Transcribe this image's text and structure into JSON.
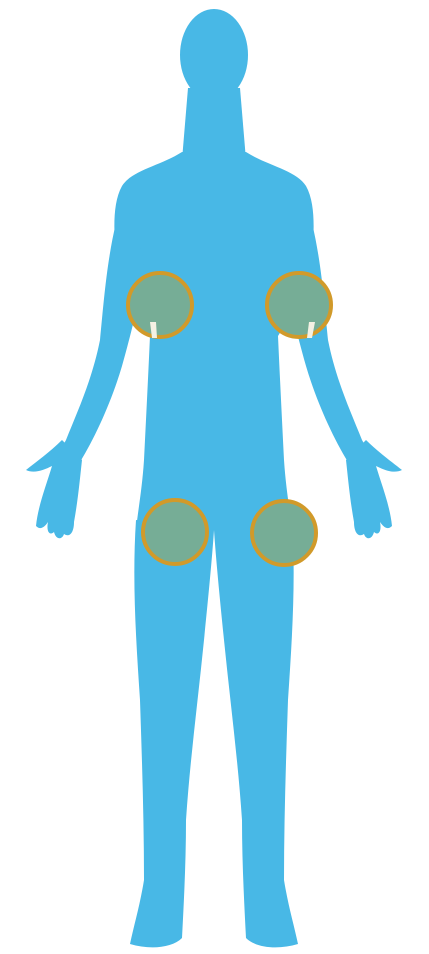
{
  "figure": {
    "subject": "human-body-front-silhouette",
    "colors": {
      "body": "#48b8e6",
      "marker_fill": "#76ad96",
      "marker_ring": "#d19a2a",
      "background": "#ffffff"
    },
    "markers": [
      {
        "name": "upper-arm-left-marker"
      },
      {
        "name": "upper-arm-right-marker"
      },
      {
        "name": "thigh-left-marker"
      },
      {
        "name": "thigh-right-marker"
      }
    ]
  }
}
